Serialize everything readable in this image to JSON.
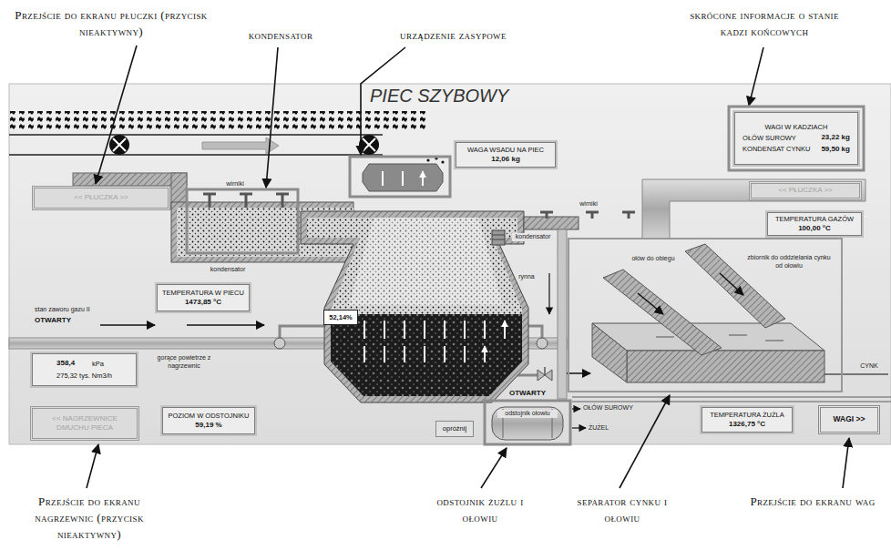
{
  "diagram": {
    "title": "PIEC SZYBOWY",
    "nodes": [
      {
        "text": [
          "WAGI W KADZIACH",
          "OŁÓW SUROWY",
          "23,22 kg",
          "KONDENSAT CYNKU",
          "59,50 kg"
        ]
      },
      {
        "text": [
          "WAGA WSADU NA PIEC",
          "12,06 kg"
        ]
      },
      {
        "text": [
          "<< PŁUCZKA >>"
        ]
      },
      {
        "text": [
          "<< PŁUCZKA >>"
        ]
      },
      {
        "text": [
          "TEMPERATURA GAZÓW",
          "100,00 °C"
        ]
      },
      {
        "text": [
          "TEMPERATURA W PIECU",
          "1473,85 °C"
        ]
      },
      {
        "text": [
          "52,14%"
        ]
      },
      {
        "text": [
          "358,4",
          "kPa",
          "275,32 tys. Nm3/h"
        ]
      },
      {
        "text": [
          "<< NAGRZEWNICE DMUCHU PIECA"
        ]
      },
      {
        "text": [
          "POZIOM W ODSTOJNIKU",
          "59,19 %"
        ]
      },
      {
        "text": [
          "opróżnij"
        ]
      },
      {
        "text": [
          "TEMPERATURA ŻUŻLA",
          "1326,75 °C"
        ]
      },
      {
        "text": [
          "WAGI >>"
        ]
      }
    ],
    "labels": [
      "Przejście do ekranu płuczki (przycisk nieaktywny)",
      "kondensator",
      "urządzenie zasypowe",
      "skrócone informacje o stanie kadzi końcowych",
      "wirniki",
      "wirniki",
      "kondensator",
      "kondensator",
      "ołów do obiegu",
      "zbiornik do oddzielania cynku od ołowiu",
      "rynna",
      "stan zaworu gazu II",
      "OTWARTY",
      "gorące powietrze z nagrzewnic",
      "CYNK",
      "OTWARTY",
      "odstojnik ołowiu",
      "OŁÓW SUROWY",
      "ŻUŻEL",
      "Przejście do ekranu nagrzewnic (przycisk nieaktywny)",
      "odstojnik żużlu i ołowiu",
      "separator cynku i ołowiu",
      "Przejście do ekranu wag"
    ]
  }
}
